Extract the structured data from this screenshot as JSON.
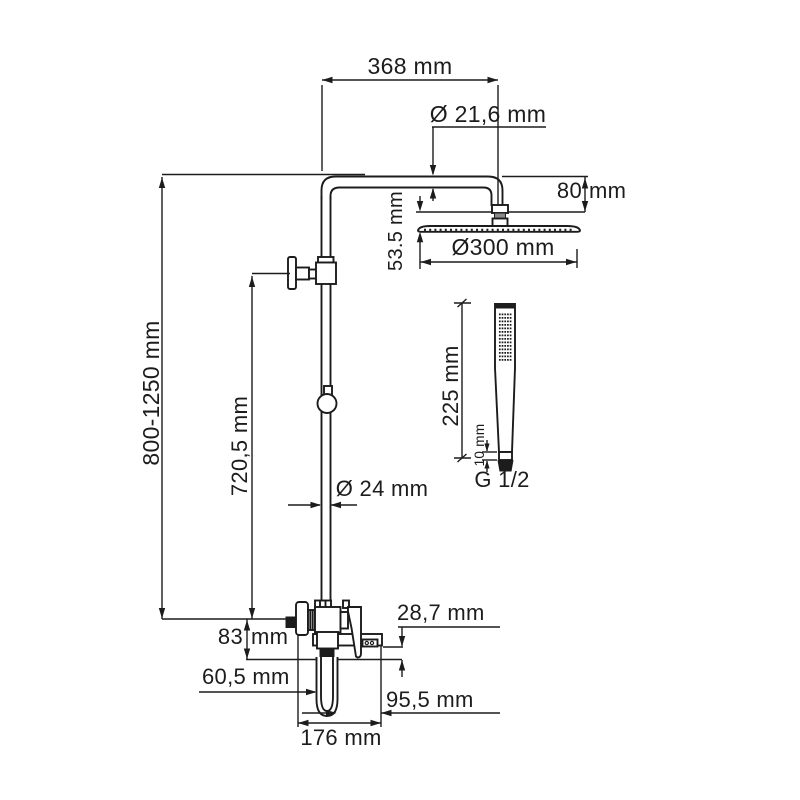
{
  "colors": {
    "ink": "#1c1c1c",
    "background": "#ffffff"
  },
  "labels": {
    "arm_width": "368 mm",
    "arm_tube_diameter": "Ø 21,6 mm",
    "head_drop_value": "80",
    "head_drop_unit": "mm",
    "head_stem_height": "53.5 mm",
    "head_diameter": "Ø300 mm",
    "column_height_range": "800-1250 mm",
    "bracket_height": "720,5 mm",
    "pipe_diameter": "Ø 24 mm",
    "mixer_height_value": "83",
    "mixer_height_unit": "mm",
    "spout_drop": "28,7 mm",
    "spout_reach": "60,5 mm",
    "base_depth": "95,5 mm",
    "base_width": "176 mm",
    "hand_shower_length": "225 mm",
    "hand_shower_connector": "10 mm",
    "thread_size": "G 1/2"
  }
}
